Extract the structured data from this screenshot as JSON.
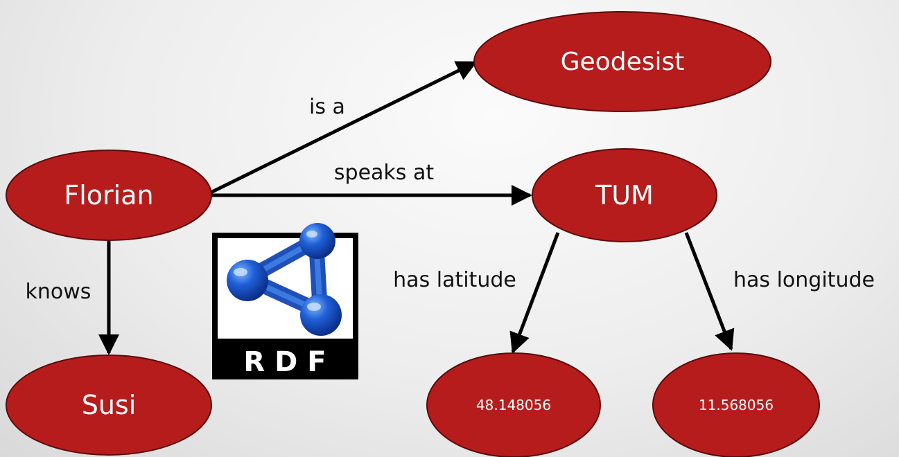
{
  "colors": {
    "node_fill": "#b71c1c",
    "node_stroke": "#5a0a0a",
    "node_text": "#ffffff",
    "edge": "#000000",
    "label_text": "#111111"
  },
  "nodes": {
    "geodesist": "Geodesist",
    "florian": "Florian",
    "tum": "TUM",
    "susi": "Susi",
    "latitude_value": "48.148056",
    "longitude_value": "11.568056"
  },
  "edges": {
    "is_a": "is a",
    "speaks_at": "speaks at",
    "knows": "knows",
    "has_latitude": "has latitude",
    "has_longitude": "has longitude"
  },
  "logo": {
    "name": "rdf-logo",
    "text": "R D F"
  }
}
